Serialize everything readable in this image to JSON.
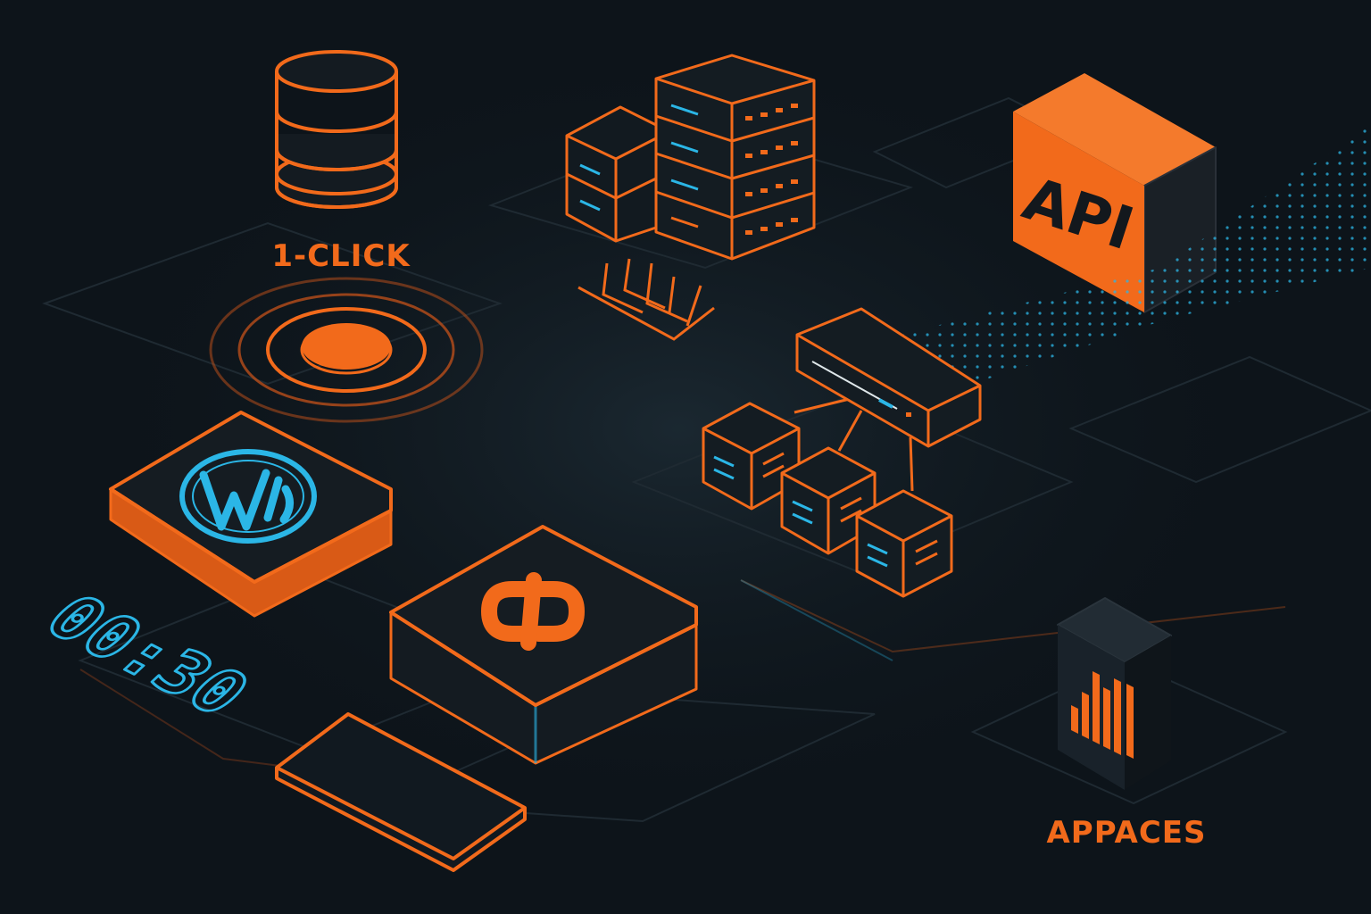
{
  "labels": {
    "one_click": "1-CLICK",
    "api": "API",
    "timer": "00:30",
    "appaces": "APPACES"
  },
  "icons": {
    "database": "database-icon",
    "server_rack": "server-rack-icon",
    "api_cube": "api-cube-icon",
    "target": "target-button-icon",
    "wordpress": "wordpress-icon",
    "cpanel": "cpanel-icon",
    "network": "network-topology-icon",
    "timer": "digital-timer-icon",
    "analytics": "bar-chart-box-icon"
  },
  "colors": {
    "background": "#0d141a",
    "accent_orange": "#f26a1b",
    "accent_blue": "#2bb6e6",
    "panel_dark": "#1a2229"
  }
}
